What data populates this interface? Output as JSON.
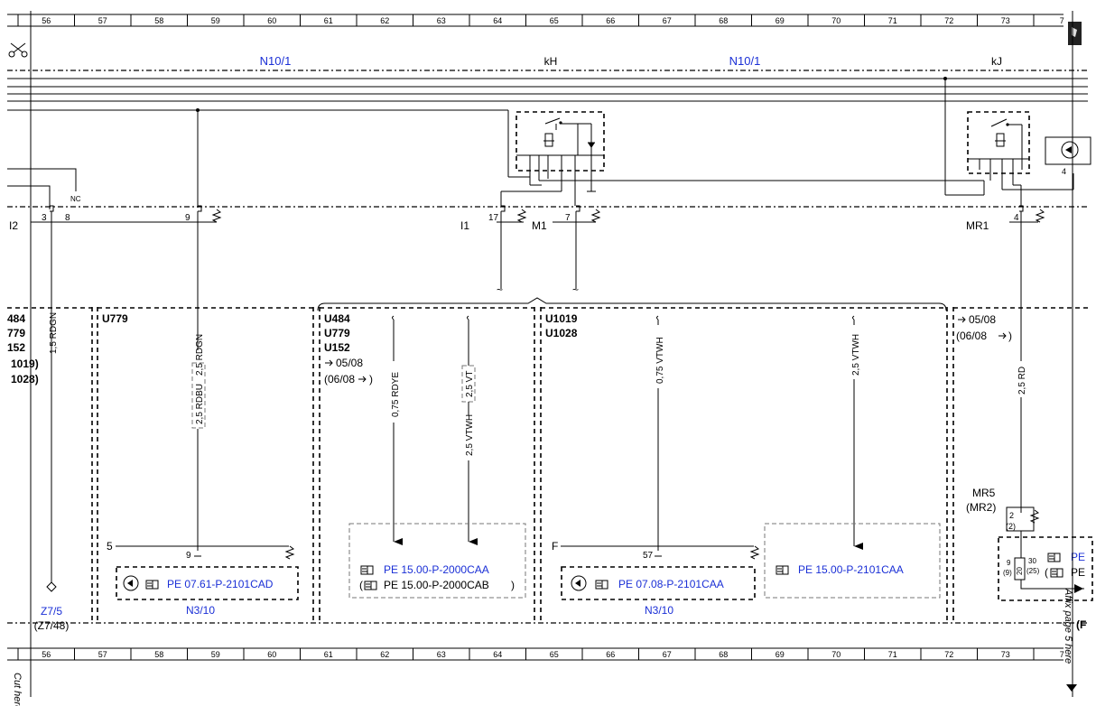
{
  "grid_numbers": [
    "56",
    "57",
    "58",
    "59",
    "60",
    "61",
    "62",
    "63",
    "64",
    "65",
    "66",
    "67",
    "68",
    "69",
    "70",
    "71",
    "72",
    "73",
    "7"
  ],
  "top_bar": {
    "left_module": "N10/1",
    "right_module": "N10/1",
    "relay_kh": "kH",
    "relay_kj": "kJ"
  },
  "connectors": {
    "i2": "I2",
    "i1": "I1",
    "m1": "M1",
    "mr1": "MR1",
    "mr5": "MR5",
    "mr2": "(MR2)"
  },
  "pins": {
    "p3": "3",
    "p8": "8",
    "nc": "NC",
    "p9": "9",
    "p17": "17",
    "p7": "7",
    "p4": "4",
    "p4b": "4",
    "p2": "2",
    "p2b": "(2)",
    "p9b": "9",
    "p57": "57",
    "p30": "30",
    "p25": "(25)",
    "p9c": "9",
    "p9d": "(9)",
    "p20": "20"
  },
  "wires": {
    "w_rdgn_15": "1,5 RDGN",
    "w_rdgn_25": "2,5 RDGN",
    "w_rdbu_25": "2,5 RDBU",
    "w_rdye": "0,75 RDYE",
    "w_vt": "2,5 VT",
    "w_vtwh_25a": "2,5 VTWH",
    "w_vtwh_075": "0,75 VTWH",
    "w_vtwh_25b": "2,5 VTWH",
    "w_rd_25": "2,5 RD"
  },
  "variants": {
    "col1": [
      "484",
      "779",
      "152",
      "1019)",
      "1028)"
    ],
    "col2": [
      "U779"
    ],
    "col3": [
      "U484",
      "U779",
      "U152",
      "05/08",
      "(06/08"
    ],
    "col4": [
      "U1019",
      "U1028"
    ],
    "col5": [
      "05/08",
      "(06/08"
    ]
  },
  "labels": {
    "five": "5",
    "f": "F",
    "n3_10_a": "N3/10",
    "n3_10_b": "N3/10",
    "z7_5": "Z7/5",
    "z7_48": "(Z7/48)",
    "cut_here": "Cut here",
    "affix": "Affix page 5 here",
    "paren_f": "(F"
  },
  "refs": {
    "r1": "PE 07.61-P-2101CAD",
    "r2": "PE 15.00-P-2000CAA",
    "r3": "PE 15.00-P-2000CAB",
    "r4": "PE 07.08-P-2101CAA",
    "r5": "PE 15.00-P-2101CAA",
    "r6": "PE",
    "r7": "PE"
  },
  "icons": [
    "scissors-icon",
    "tool-icon",
    "hand-pointer-icon",
    "sensor-icon",
    "arrow-right-icon"
  ],
  "colors": {
    "link": "#1a2fd6",
    "line": "#000000",
    "grey_box": "#777777"
  }
}
